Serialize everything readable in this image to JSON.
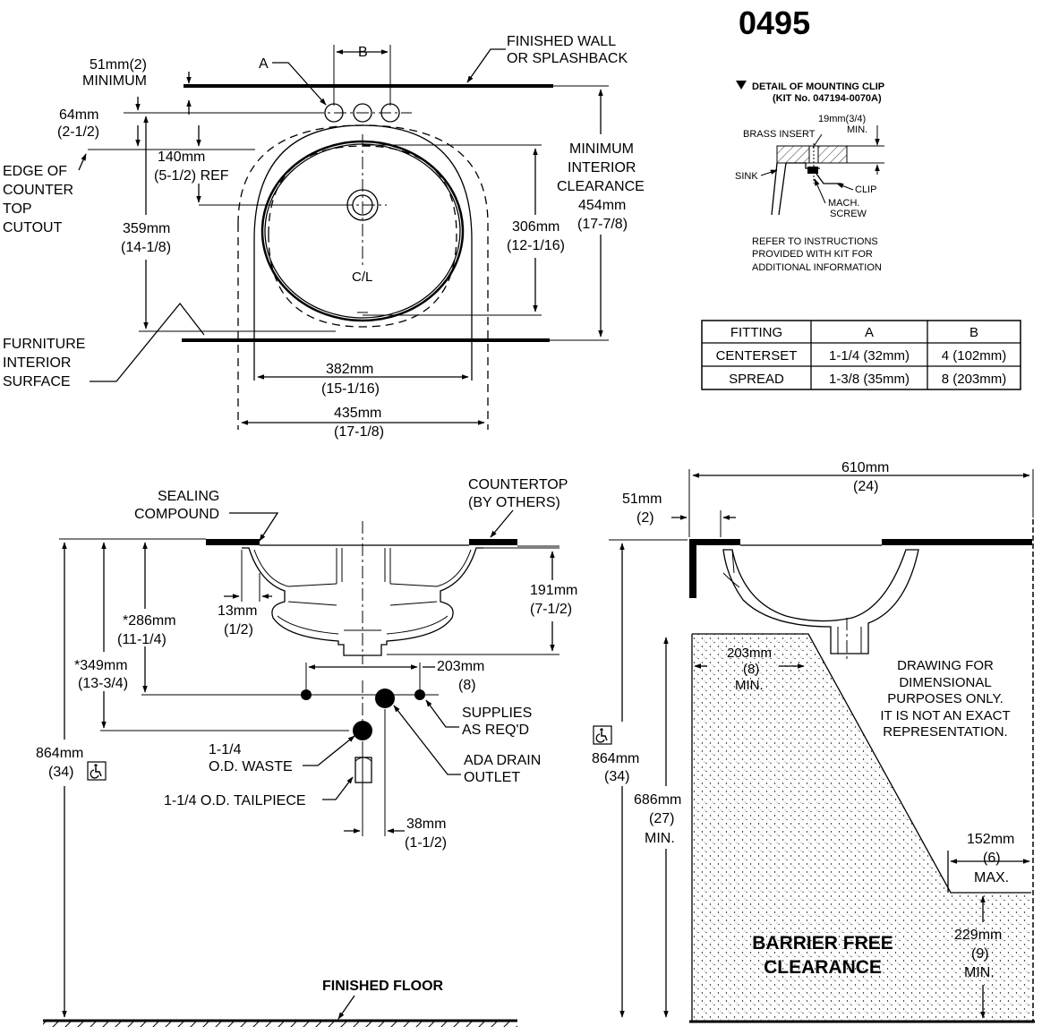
{
  "model_number": "0495",
  "top_view": {
    "finished_wall": [
      "FINISHED WALL",
      "OR SPLASHBACK"
    ],
    "label_a": "A",
    "label_b": "B",
    "min_51": [
      "51mm(2)",
      "MINIMUM"
    ],
    "dim_64": [
      "64mm",
      "(2-1/2)"
    ],
    "edge_cutout": [
      "EDGE OF",
      "COUNTER",
      "TOP",
      "CUTOUT"
    ],
    "dim_140": [
      "140mm",
      "(5-1/2)  REF"
    ],
    "dim_359": [
      "359mm",
      "(14-1/8)"
    ],
    "centerline": "C/L",
    "furniture": [
      "FURNITURE",
      "INTERIOR",
      "SURFACE"
    ],
    "min_interior": [
      "MINIMUM",
      "INTERIOR",
      "CLEARANCE",
      "454mm",
      "(17-7/8)"
    ],
    "dim_306": [
      "306mm",
      "(12-1/16)"
    ],
    "dim_382": [
      "382mm",
      "(15-1/16)"
    ],
    "dim_435": [
      "435mm",
      "(17-1/8)"
    ]
  },
  "clip_detail": {
    "title": [
      "DETAIL OF MOUNTING CLIP",
      "(KIT No. 047194-0070A)"
    ],
    "min_19": [
      "19mm(3/4)",
      "MIN."
    ],
    "brass_insert": "BRASS INSERT",
    "sink": "SINK",
    "clip": "CLIP",
    "screw": [
      "MACH.",
      "SCREW"
    ],
    "note": [
      "REFER TO INSTRUCTIONS",
      "PROVIDED WITH KIT FOR",
      "ADDITIONAL INFORMATION"
    ]
  },
  "fitting_table": {
    "headers": [
      "FITTING",
      "A",
      "B"
    ],
    "rows": [
      [
        "CENTERSET",
        "1-1/4 (32mm)",
        "4 (102mm)"
      ],
      [
        "SPREAD",
        "1-3/8 (35mm)",
        "8 (203mm)"
      ]
    ]
  },
  "front_view": {
    "sealing": [
      "SEALING",
      "COMPOUND"
    ],
    "countertop": [
      "COUNTERTOP",
      "(BY OTHERS)"
    ],
    "dim_13": [
      "13mm",
      "(1/2)"
    ],
    "dim_286": [
      "*286mm",
      "(11-1/4)"
    ],
    "dim_349": [
      "*349mm",
      "(13-3/4)"
    ],
    "dim_191": [
      "191mm",
      "(7-1/2)"
    ],
    "dim_203": [
      "203mm",
      "(8)"
    ],
    "supplies": [
      "SUPPLIES",
      "AS REQ'D"
    ],
    "waste": [
      "1-1/4",
      "O.D. WASTE"
    ],
    "ada": [
      "ADA DRAIN",
      "OUTLET"
    ],
    "tailpiece": "1-1/4 O.D. TAILPIECE",
    "dim_38": [
      "38mm",
      "(1-1/2)"
    ],
    "dim_864": [
      "864mm",
      "(34)"
    ],
    "finished_floor": "FINISHED FLOOR"
  },
  "side_view": {
    "dim_610": [
      "610mm",
      "(24)"
    ],
    "dim_51": [
      "51mm",
      "(2)"
    ],
    "dim_203": [
      "203mm",
      "(8)",
      "MIN."
    ],
    "note": [
      "DRAWING FOR",
      "DIMENSIONAL",
      "PURPOSES ONLY.",
      "IT IS NOT AN EXACT",
      "REPRESENTATION."
    ],
    "dim_864": [
      "864mm",
      "(34)"
    ],
    "dim_686": [
      "686mm",
      "(27)",
      "MIN."
    ],
    "dim_152": [
      "152mm",
      "(6)",
      "MAX."
    ],
    "dim_229": [
      "229mm",
      "(9)",
      "MIN."
    ],
    "barrier": [
      "BARRIER FREE",
      "CLEARANCE"
    ]
  },
  "icons": {
    "accessibility": "wheelchair-icon",
    "arrow": "triangle-down-icon"
  }
}
